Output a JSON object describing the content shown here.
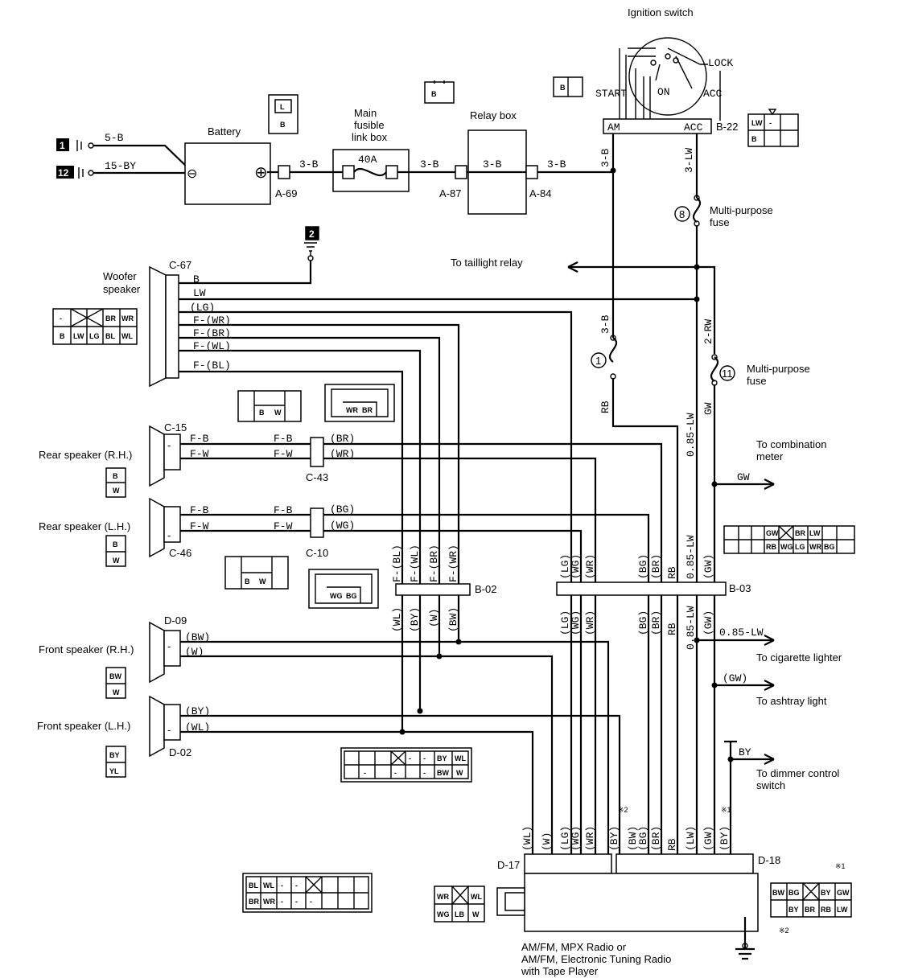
{
  "ignition_switch": {
    "title": "Ignition switch",
    "lock": "LOCK",
    "start": "START",
    "on": "ON",
    "acc": "ACC",
    "am": "AM",
    "acc_term": "ACC",
    "connector": "B-22"
  },
  "battery": {
    "label": "Battery",
    "minus": "⊖",
    "plus": "⊕",
    "connector": "A-69"
  },
  "grounds": [
    {
      "num": "1",
      "wire": "5-B"
    },
    {
      "num": "12",
      "wire": "15-BY"
    },
    {
      "num": "2"
    }
  ],
  "fusible_link": {
    "label_1": "Main",
    "label_2": "fusible",
    "label_3": "link box",
    "rating": "40A"
  },
  "relay_box": {
    "label": "Relay box",
    "wire": "3-B",
    "conn_left": "A-87",
    "conn_right": "A-84"
  },
  "wires": {
    "w3b": "3-B",
    "w3lw": "3-LW",
    "w2rw": "2-RW",
    "rb": "RB",
    "gw": "GW",
    "lw085": "0.85-LW",
    "gw_p": "(GW)",
    "by": "BY"
  },
  "fuses": {
    "f8": "8",
    "f1": "1",
    "f11": "11",
    "mp_1": "Multi-purpose",
    "mp_2": "fuse"
  },
  "destinations": {
    "taillight": "To taillight relay",
    "combo_1": "To combination",
    "combo_2": "meter",
    "cig": "To cigarette lighter",
    "ash": "To ashtray light",
    "dim_1": "To dimmer control",
    "dim_2": "switch"
  },
  "woofer": {
    "label_1": "Woofer",
    "label_2": "speaker",
    "connector": "C-67",
    "wires": [
      "B",
      "LW",
      "(LG)",
      "F-(WR)",
      "F-(BR)",
      "F-(WL)",
      "F-(BL)"
    ]
  },
  "rear_rh": {
    "label": "Rear speaker (R.H.)",
    "connector": "C-15",
    "w1": "F-B",
    "w2": "F-W",
    "j_conn": "C-43",
    "o1": "(BR)",
    "o2": "(WR)"
  },
  "rear_lh": {
    "label": "Rear speaker (L.H.)",
    "connector": "C-46",
    "w1": "F-B",
    "w2": "F-W",
    "j_conn": "C-10",
    "o1": "(BG)",
    "o2": "(WG)"
  },
  "front_rh": {
    "label": "Front speaker (R.H.)",
    "connector": "D-09",
    "w1": "(BW)",
    "w2": "(W)"
  },
  "front_lh": {
    "label": "Front speaker (L.H.)",
    "connector": "D-02",
    "w1": "(BY)",
    "w2": "(WL)"
  },
  "connectors": {
    "b02": "B-02",
    "b03": "B-03",
    "d17": "D-17",
    "d18": "D-18"
  },
  "b02_upper": [
    "F-(BL)",
    "F-(WL)",
    "F-(BR)",
    "F-(WR)"
  ],
  "b02_lower": [
    "(WL)",
    "(BY)",
    "(W)",
    "(BW)"
  ],
  "b03_upper": [
    "(LG)",
    "(WG)",
    "(WR)",
    "(BG)",
    "(BR)",
    "RB",
    "0.85-LW",
    "(GW)"
  ],
  "b03_lower": [
    "(LG)",
    "(WG)",
    "(WR)",
    "(BG)",
    "(BR)",
    "RB",
    "0.85-LW",
    "(GW)"
  ],
  "d17_wires": [
    "(WL)",
    "(W)",
    "(LG)",
    "(WG)",
    "(WR)"
  ],
  "d18_wires": [
    "(BY)",
    "(BW)",
    "(BG)",
    "(BR)",
    "RB",
    "(LW)",
    "(GW)",
    "(BY)"
  ],
  "notes": {
    "n1": "※1",
    "n2": "※2"
  },
  "radio": {
    "line1": "AM/FM, MPX Radio or",
    "line2": "AM/FM, Electronic Tuning Radio",
    "line3": "with Tape Player"
  },
  "pins": {
    "B": "B",
    "L": "L",
    "W": "W",
    "BR": "BR",
    "WR": "WR",
    "LW": "LW",
    "LG": "LG",
    "BL": "BL",
    "WL": "WL",
    "BG": "BG",
    "WG": "WG",
    "GW": "GW",
    "RB": "RB",
    "LB": "LB",
    "BY": "BY",
    "BW": "BW",
    "YL": "YL",
    "dash": "-"
  }
}
